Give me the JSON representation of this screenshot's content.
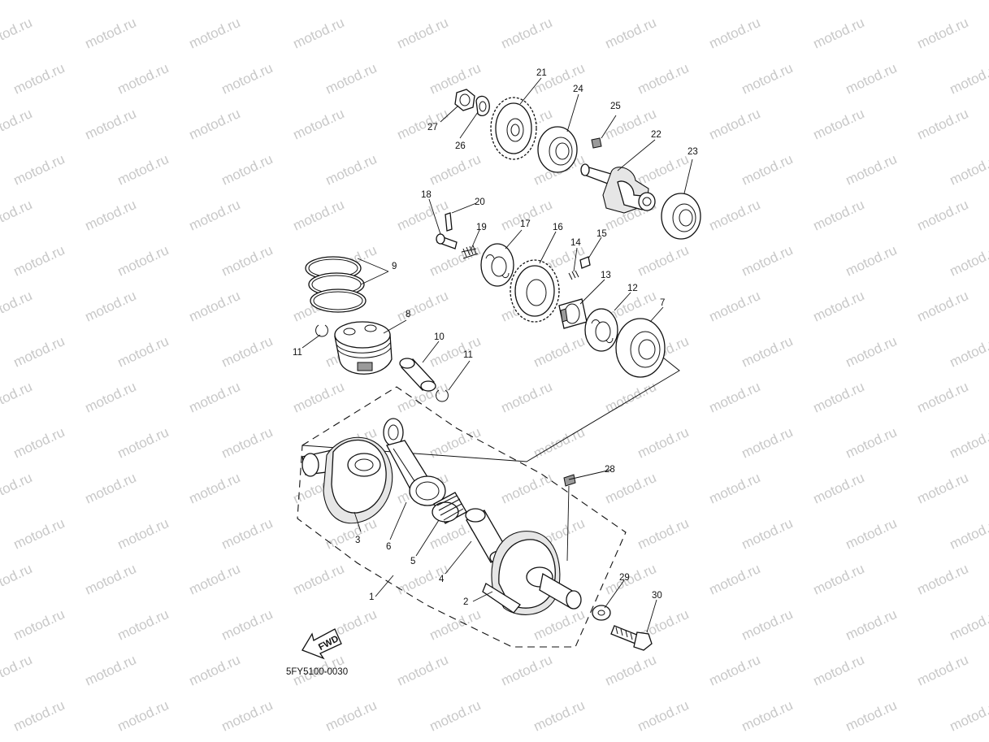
{
  "watermark": {
    "text": "motod.ru"
  },
  "diagram_code": "5FY5100-0030",
  "fwd_label": "FWD",
  "callouts": [
    {
      "id": "c1",
      "label": "1",
      "part": "crankshaft-assembly"
    },
    {
      "id": "c2",
      "label": "2",
      "part": "crank-2"
    },
    {
      "id": "c3",
      "label": "3",
      "part": "crank-1"
    },
    {
      "id": "c4",
      "label": "4",
      "part": "crank-pin"
    },
    {
      "id": "c5",
      "label": "5",
      "part": "needle-bearing"
    },
    {
      "id": "c6",
      "label": "6",
      "part": "connecting-rod"
    },
    {
      "id": "c7",
      "label": "7",
      "part": "bearing-7"
    },
    {
      "id": "c8",
      "label": "8",
      "part": "piston"
    },
    {
      "id": "c9",
      "label": "9",
      "part": "piston-ring-set"
    },
    {
      "id": "c10",
      "label": "10",
      "part": "piston-pin"
    },
    {
      "id": "c11a",
      "label": "11",
      "part": "piston-pin-clip"
    },
    {
      "id": "c11b",
      "label": "11",
      "part": "piston-pin-clip"
    },
    {
      "id": "c12",
      "label": "12",
      "part": "plate-washer"
    },
    {
      "id": "c13",
      "label": "13",
      "part": "gear-hub"
    },
    {
      "id": "c14",
      "label": "14",
      "part": "spring-14"
    },
    {
      "id": "c15",
      "label": "15",
      "part": "pin-15"
    },
    {
      "id": "c16",
      "label": "16",
      "part": "primary-drive-gear"
    },
    {
      "id": "c17",
      "label": "17",
      "part": "plate-17"
    },
    {
      "id": "c18",
      "label": "18",
      "part": "pin-18"
    },
    {
      "id": "c19",
      "label": "19",
      "part": "spring-19"
    },
    {
      "id": "c20",
      "label": "20",
      "part": "pin-20"
    },
    {
      "id": "c21",
      "label": "21",
      "part": "balancer-driven-gear"
    },
    {
      "id": "c22",
      "label": "22",
      "part": "balancer-shaft"
    },
    {
      "id": "c23",
      "label": "23",
      "part": "bearing-23"
    },
    {
      "id": "c24",
      "label": "24",
      "part": "bearing-24"
    },
    {
      "id": "c25",
      "label": "25",
      "part": "key-25"
    },
    {
      "id": "c26",
      "label": "26",
      "part": "lock-washer"
    },
    {
      "id": "c27",
      "label": "27",
      "part": "nut"
    },
    {
      "id": "c28",
      "label": "28",
      "part": "woodruff-key"
    },
    {
      "id": "c29",
      "label": "29",
      "part": "washer"
    },
    {
      "id": "c30",
      "label": "30",
      "part": "bolt"
    }
  ]
}
